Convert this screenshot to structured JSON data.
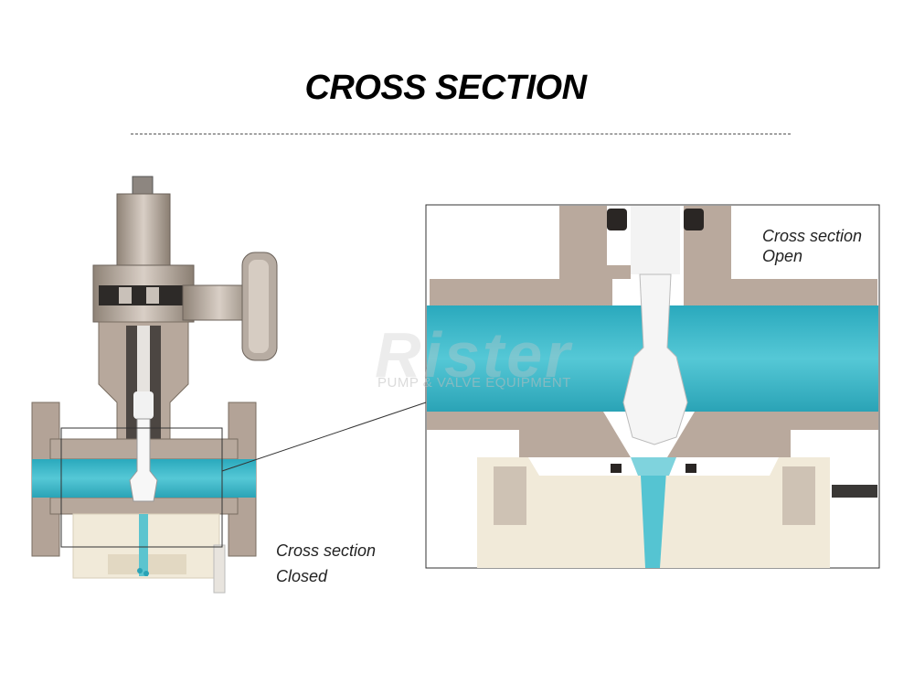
{
  "title": "CROSS SECTION",
  "captions": {
    "closed_line1": "Cross section",
    "closed_line2": "Closed",
    "open_line1": "Cross section",
    "open_line2": "Open"
  },
  "watermark": {
    "brand": "Rister",
    "tagline": "PUMP & VALVE EQUIPMENT"
  },
  "colors": {
    "body_metal": "#b8a89c",
    "fluid": "#3fb6c8",
    "seat_cream": "#f1ead9",
    "white_part": "#f4f4f4"
  }
}
